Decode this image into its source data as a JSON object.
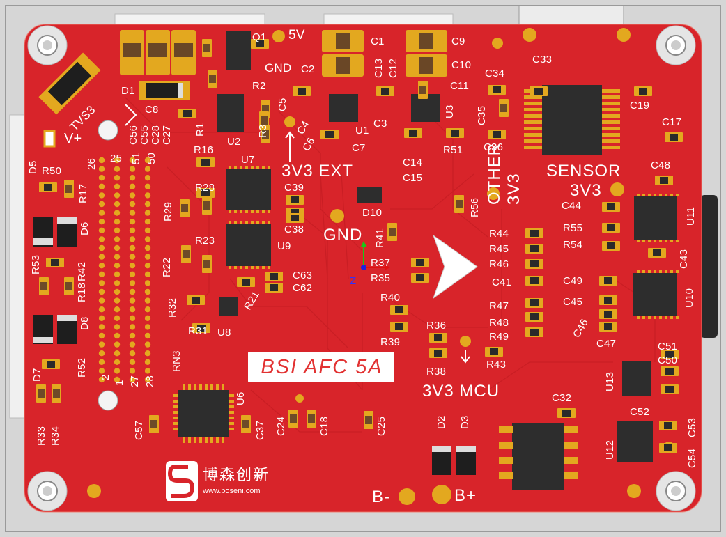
{
  "board": {
    "title": "BSI AFC 5A",
    "logo_cn": "博森创新",
    "logo_url": "www.boseni.com",
    "colors": {
      "pcb": "#d8242a",
      "pad": "#e3a81f",
      "silk": "#ffffff",
      "chip": "#2d2d2d",
      "frame": "#cfcfcf"
    }
  },
  "labels": {
    "5V": "5V",
    "GND_top": "GND",
    "Q1": "Q1",
    "C1": "C1",
    "C2": "C2",
    "C9": "C9",
    "C10": "C10",
    "C11": "C11",
    "C12": "C12",
    "C13": "C13",
    "C3": "C3",
    "C4": "C4",
    "C5": "C5",
    "C6": "C6",
    "C7": "C7",
    "C8": "C8",
    "C14": "C14",
    "C15": "C15",
    "U1": "U1",
    "U2": "U2",
    "U3": "U3",
    "R1": "R1",
    "R2": "R2",
    "R3": "R3",
    "R51": "R51",
    "D1": "D1",
    "TVS3": "TVS3",
    "C56": "C56",
    "C55": "C55",
    "C28": "C28",
    "C27": "C27",
    "V+": "V+",
    "D5": "D5",
    "R50": "R50",
    "R17": "R17",
    "D6": "D6",
    "R53": "R53",
    "R42": "R42",
    "R18": "R18",
    "D8": "D8",
    "R52": "R52",
    "D7": "D7",
    "R33": "R33",
    "R34": "R34",
    "n26": "26",
    "n25": "25",
    "n51": "51",
    "n50": "50",
    "n2": "2",
    "n1": "1",
    "n27": "27",
    "n28": "28",
    "R16": "R16",
    "U7": "U7",
    "R28": "R28",
    "R29": "R29",
    "R23": "R23",
    "U9": "U9",
    "R22": "R22",
    "R32": "R32",
    "R31": "R31",
    "U8": "U8",
    "R21": "R21",
    "3V3EXT": "3V3 EXT",
    "C39": "C39",
    "C38": "C38",
    "C63": "C63",
    "C62": "C62",
    "D10": "D10",
    "GND_mid": "GND",
    "R41": "R41",
    "R37": "R37",
    "R35": "R35",
    "Z": "Z",
    "R40": "R40",
    "R39": "R39",
    "R36": "R36",
    "R38": "R38",
    "R43": "R43",
    "3V3MCU": "3V3 MCU",
    "RN3": "RN3",
    "U6": "U6",
    "C57": "C57",
    "C37": "C37",
    "C24": "C24",
    "C18": "C18",
    "C25": "C25",
    "D2": "D2",
    "D3": "D3",
    "B-": "B-",
    "B+": "B+",
    "C32": "C32",
    "C34": "C34",
    "C33": "C33",
    "C35": "C35",
    "C36": "C36",
    "OTHER": "OTHER",
    "3V3a": "3V3",
    "R56": "R56",
    "SENSOR": "SENSOR",
    "3V3b": "3V3",
    "C19": "C19",
    "C17": "C17",
    "C48": "C48",
    "C44": "C44",
    "R55": "R55",
    "R54": "R54",
    "U11": "U11",
    "C43": "C43",
    "R44": "R44",
    "R45": "R45",
    "R46": "R46",
    "C41": "C41",
    "C49": "C49",
    "C45": "C45",
    "C46": "C46",
    "C47": "C47",
    "U10": "U10",
    "R47": "R47",
    "R48": "R48",
    "R49": "R49",
    "C51": "C51",
    "C50": "C50",
    "U13": "U13",
    "C52": "C52",
    "U12": "U12",
    "C53": "C53",
    "C54": "C54"
  }
}
